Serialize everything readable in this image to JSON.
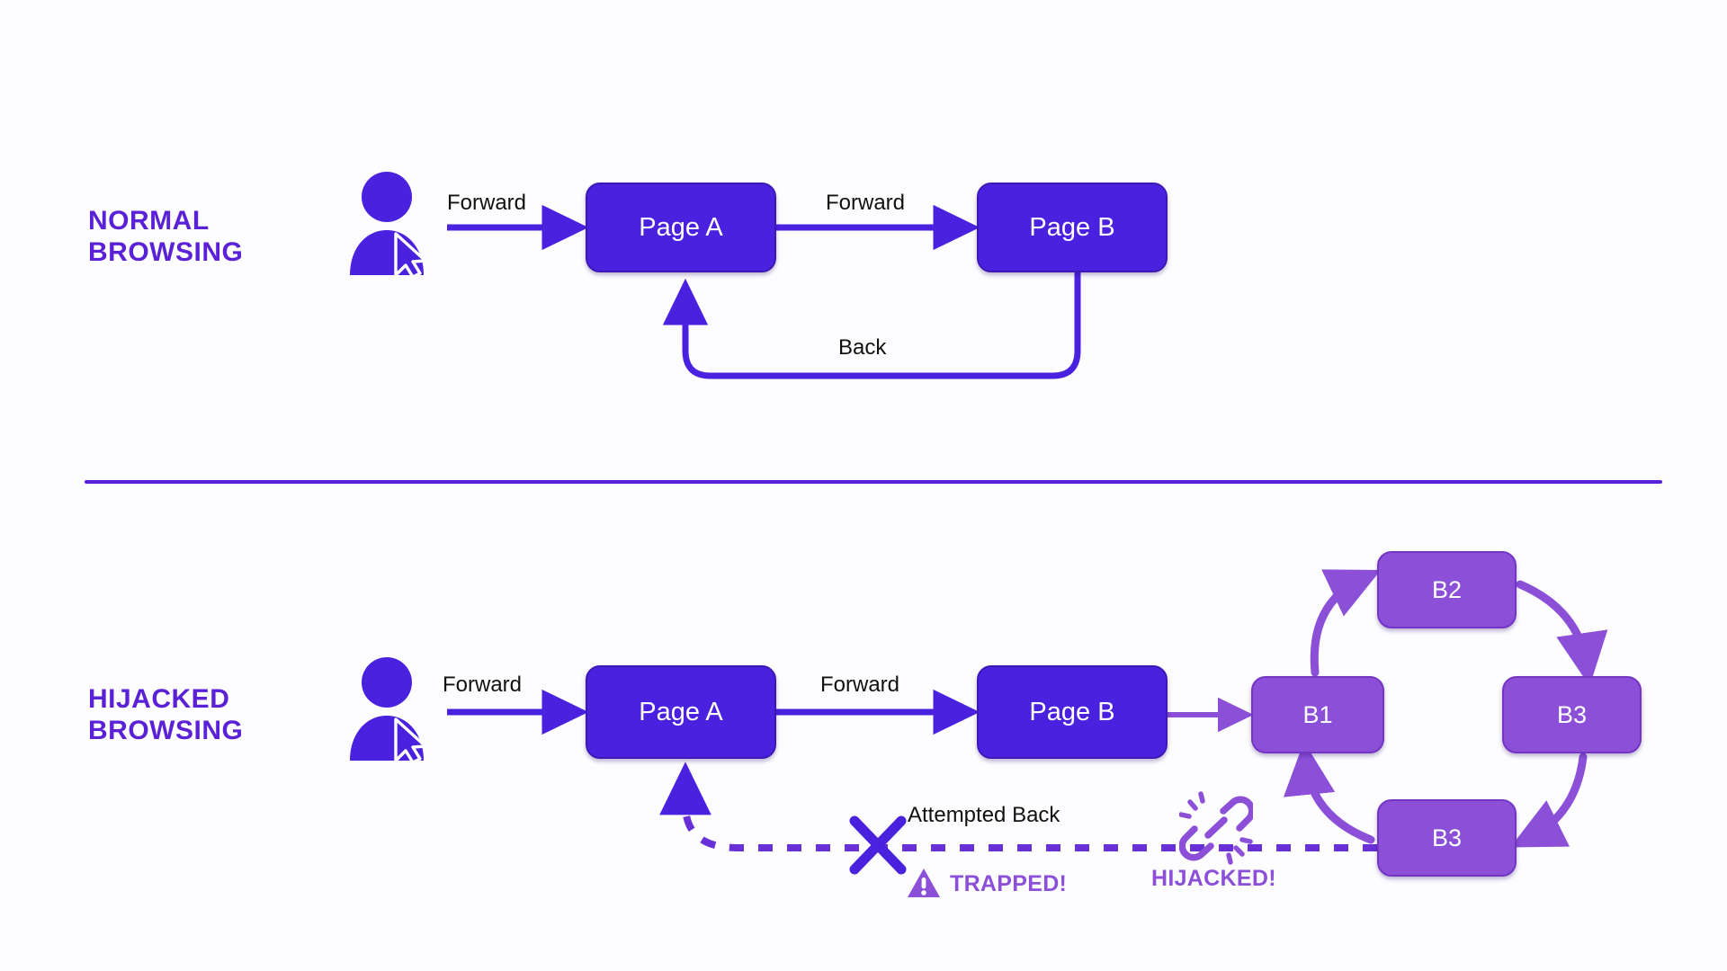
{
  "diagram": {
    "title_hidden": "",
    "colors": {
      "dark_node": "#4B21E0",
      "light_node": "#8B4FD8",
      "accent_text": "#5B21D6",
      "edge_dark": "#4B21E0",
      "edge_light": "#8B4FD8",
      "background": "#fdfdff",
      "label_text": "#111111"
    },
    "divider": {
      "present": true,
      "color": "#5B21D6"
    }
  },
  "rows": [
    {
      "id": "normal",
      "label": "NORMAL\nBROWSING",
      "nodes": [
        {
          "id": "page-a",
          "label": "Page A",
          "style": "dark"
        },
        {
          "id": "page-b",
          "label": "Page B",
          "style": "dark"
        }
      ],
      "edges": [
        {
          "id": "user-to-a",
          "label": "Forward",
          "style": "solid"
        },
        {
          "id": "a-to-b",
          "label": "Forward",
          "style": "solid"
        },
        {
          "id": "b-back-to-a",
          "label": "Back",
          "style": "solid"
        }
      ]
    },
    {
      "id": "hijacked",
      "label": "HIJACKED\nBROWSING",
      "nodes": [
        {
          "id": "page-a",
          "label": "Page A",
          "style": "dark"
        },
        {
          "id": "page-b",
          "label": "Page B",
          "style": "dark"
        },
        {
          "id": "b1",
          "label": "B1",
          "style": "light"
        },
        {
          "id": "b2",
          "label": "B2",
          "style": "light"
        },
        {
          "id": "b3-right",
          "label": "B3",
          "style": "light"
        },
        {
          "id": "b3-bottom",
          "label": "B3",
          "style": "light"
        }
      ],
      "edges": [
        {
          "id": "user-to-a",
          "label": "Forward",
          "style": "solid"
        },
        {
          "id": "a-to-b",
          "label": "Forward",
          "style": "solid"
        },
        {
          "id": "b-to-b1",
          "label": "",
          "style": "solid"
        },
        {
          "id": "attempted-back",
          "label": "Attempted Back",
          "style": "dashed"
        },
        {
          "id": "b1-to-b2",
          "label": "",
          "style": "curved"
        },
        {
          "id": "b2-to-b3r",
          "label": "",
          "style": "curved"
        },
        {
          "id": "b3r-to-b3b",
          "label": "",
          "style": "curved"
        },
        {
          "id": "b3b-to-b1",
          "label": "",
          "style": "curved"
        }
      ],
      "callouts": [
        {
          "id": "trapped",
          "label": "TRAPPED!",
          "icon": "warning-triangle-icon"
        },
        {
          "id": "hijacked",
          "label": "HIJACKED!",
          "icon": "broken-chain-link-icon"
        }
      ],
      "blockers": [
        {
          "id": "x-mark",
          "icon": "x-cross-icon"
        }
      ]
    }
  ]
}
